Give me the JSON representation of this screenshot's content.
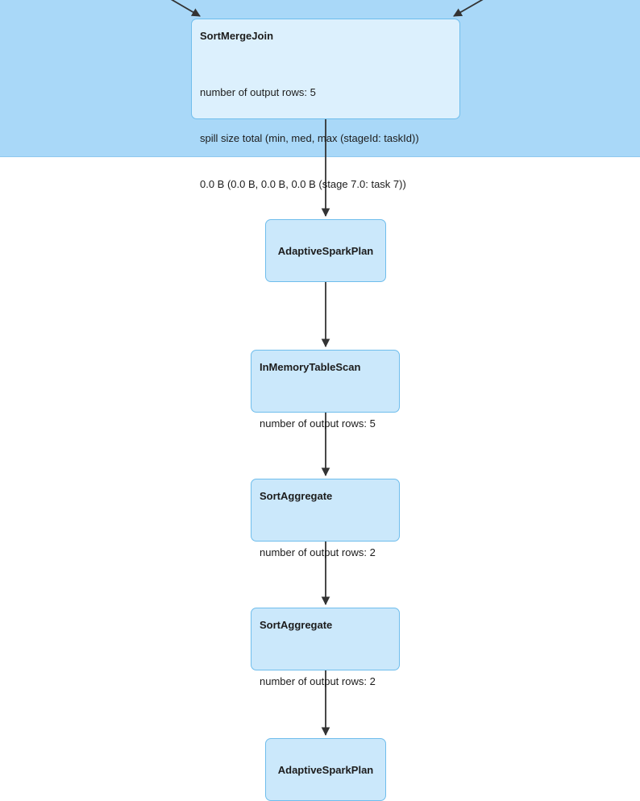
{
  "diagram": {
    "type": "spark-sql-query-plan",
    "title": "Spark SQL query execution plan (DAG)",
    "colors": {
      "cluster_fill": "#a9d8f8",
      "cluster_stroke": "#8fc8ee",
      "node_fill": "#cbe8fb",
      "node_fill_light": "#dcf0fd",
      "node_stroke": "#6fbdec",
      "edge_stroke": "#333333",
      "text": "#1c1c1c"
    },
    "cluster": {
      "label": ""
    },
    "nodes": [
      {
        "id": "sort-merge-join",
        "title": "SortMergeJoin",
        "metrics": [
          "number of output rows: 5",
          "spill size total (min, med, max (stageId: taskId))",
          "0.0 B (0.0 B, 0.0 B, 0.0 B (stage 7.0: task 7))"
        ]
      },
      {
        "id": "adaptive-spark-plan-top",
        "title": "AdaptiveSparkPlan",
        "metrics": []
      },
      {
        "id": "in-memory-table-scan",
        "title": "InMemoryTableScan",
        "metrics": [
          "number of output rows: 5"
        ]
      },
      {
        "id": "sort-aggregate-1",
        "title": "SortAggregate",
        "metrics": [
          "number of output rows: 2"
        ]
      },
      {
        "id": "sort-aggregate-2",
        "title": "SortAggregate",
        "metrics": [
          "number of output rows: 2"
        ]
      },
      {
        "id": "adaptive-spark-plan-bottom",
        "title": "AdaptiveSparkPlan",
        "metrics": []
      }
    ],
    "edges": [
      {
        "from": "offscreen-left-child",
        "to": "sort-merge-join"
      },
      {
        "from": "offscreen-right-child",
        "to": "sort-merge-join"
      },
      {
        "from": "sort-merge-join",
        "to": "adaptive-spark-plan-top"
      },
      {
        "from": "adaptive-spark-plan-top",
        "to": "in-memory-table-scan"
      },
      {
        "from": "in-memory-table-scan",
        "to": "sort-aggregate-1"
      },
      {
        "from": "sort-aggregate-1",
        "to": "sort-aggregate-2"
      },
      {
        "from": "sort-aggregate-2",
        "to": "adaptive-spark-plan-bottom"
      }
    ]
  }
}
